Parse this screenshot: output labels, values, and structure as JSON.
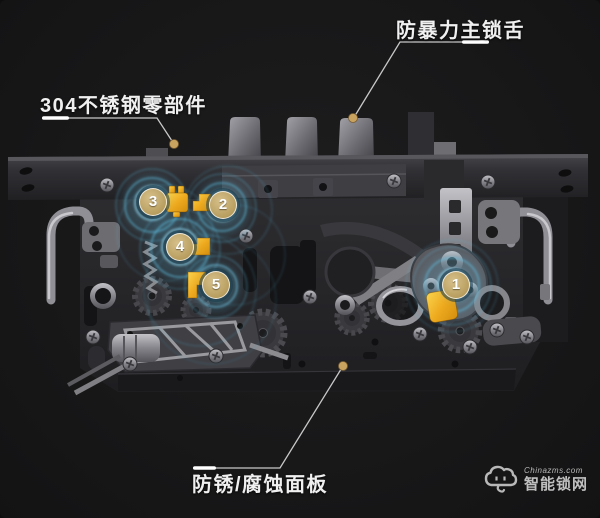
{
  "callouts": {
    "main_bolt": {
      "label": "防暴力主锁舌"
    },
    "stainless_parts": {
      "label": "304不锈钢零部件"
    },
    "panel": {
      "label": "防锈/腐蚀面板"
    }
  },
  "markers": [
    {
      "number": "1"
    },
    {
      "number": "2"
    },
    {
      "number": "3"
    },
    {
      "number": "4"
    },
    {
      "number": "5"
    }
  ],
  "watermark": {
    "site": "Chinazms.com",
    "brand": "智能锁网"
  },
  "colors": {
    "background": "#181819",
    "accent_yellow": "#eeb024",
    "marker_badge": "#c2a96e",
    "glow_blue": "#58b9dd",
    "callout_dot": "#c8a35f",
    "label_text": "#f0f0f0",
    "metal_light": "#9a9aa0",
    "body_dark": "#242427"
  }
}
